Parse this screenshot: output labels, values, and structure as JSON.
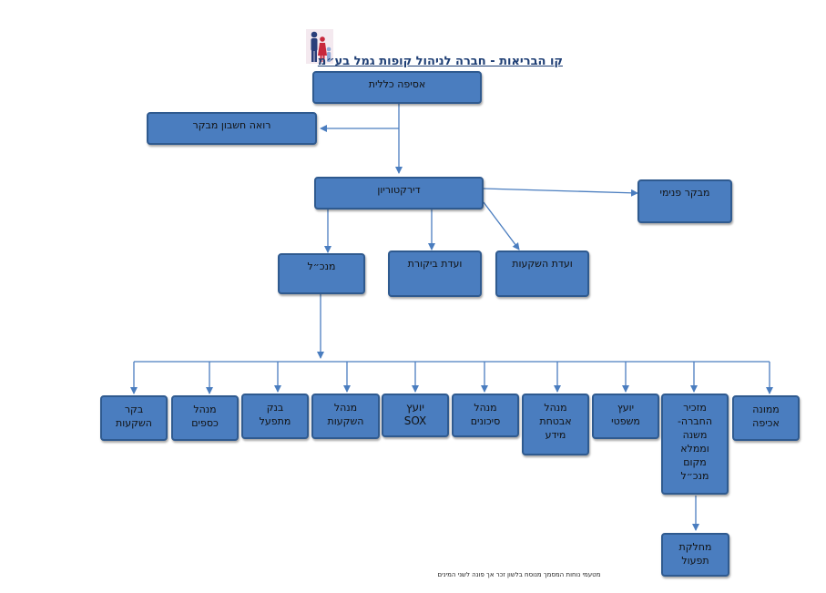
{
  "title": "קו הבריאות - חברה לניהול קופות גמל בע״מ",
  "footer": "מטעמי נוחות המסמך מנוסח בלשון זכר אך פונה לשני המינים",
  "colors": {
    "box_fill": "#4a7dbf",
    "box_border": "#2f5a8f",
    "connector": "#4a7dbf",
    "title": "#1f3f75"
  },
  "logo_icon": "family-people-icon",
  "nodes": {
    "general_assembly": "אסיפה כללית",
    "auditor_accountant": "רואה חשבון מבקר",
    "board": "דירקטוריון",
    "internal_auditor": "מבקר פנימי",
    "ceo": "מנכ״ל",
    "audit_committee": "ועדת ביקורת",
    "investment_committee": "ועדת השקעות",
    "investment_controller": "בקר\nהשקעות",
    "finance_manager": "מנהל\nכספים",
    "operating_bank": "בנק\nמתפעל",
    "investment_manager": "מנהל\nהשקעות",
    "sox_advisor": "יועץ\nSOX",
    "risk_manager": "מנהל\nסיכונים",
    "infosec_manager": "מנהל\nאבטחת\nמידע",
    "legal_advisor": "יועץ\nמשפטי",
    "company_secretary": "מזכיר\nהחברה-\nמשנה\nוממלא\nמקום\nמנכ״ל",
    "enforcement_officer": "ממונה\nאכיפה",
    "operations_dept": "מחלקת\nתפעול"
  }
}
